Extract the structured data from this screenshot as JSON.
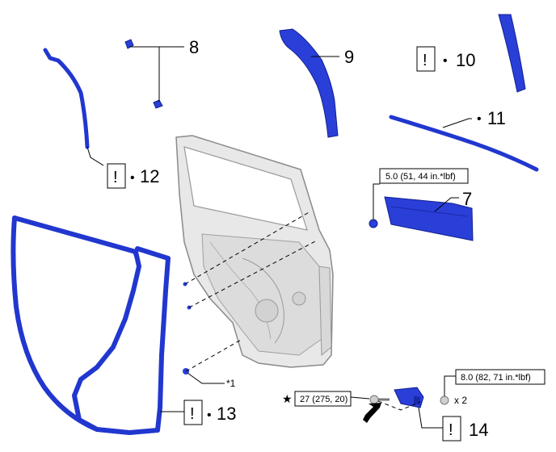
{
  "callouts": {
    "c7": "7",
    "c8": "8",
    "c9": "9",
    "c10": "10",
    "c11": "11",
    "c12": "12",
    "c13": "13",
    "c14": "14",
    "c_star1": "*1"
  },
  "torques": {
    "t1": "5.0 (51, 44 in.*lbf)",
    "t2": "8.0 (82, 71 in.*lbf)",
    "t3": "27 (275, 20)"
  },
  "marks": {
    "replace": "!",
    "bullet": "•",
    "star": "★",
    "qty": "x 2"
  }
}
